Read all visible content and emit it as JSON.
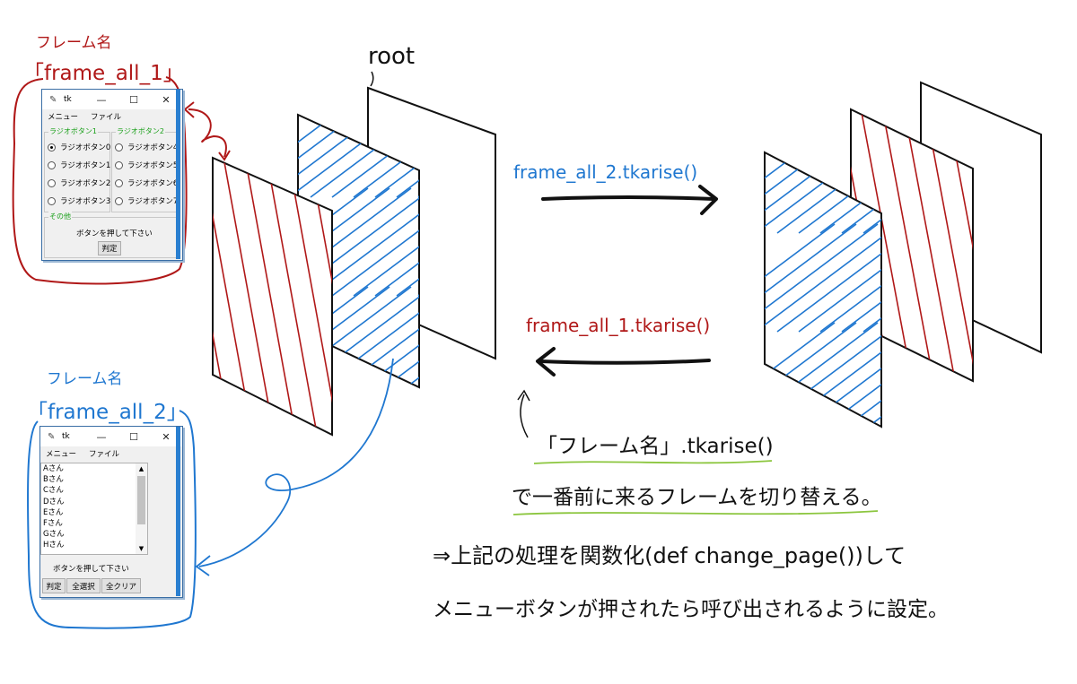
{
  "colors": {
    "red": "#b01818",
    "blue": "#1f77d0",
    "black": "#111111",
    "green_underline": "#8cc63f",
    "tk_label_green": "#1aa01a"
  },
  "labels": {
    "frame1_caption": "フレーム名",
    "frame1_name": "「frame_all_1」",
    "frame2_caption": "フレーム名",
    "frame2_name": "「frame_all_2」",
    "root": "root",
    "arrow_forward": "frame_all_2.tkarise()",
    "arrow_back": "frame_all_1.tkarise()",
    "note_line1": "「フレーム名」.tkarise()",
    "note_line2": "で一番前に来るフレームを切り替える。",
    "note_line3": "⇒上記の処理を関数化(def change_page())して",
    "note_line4": "メニューボタンが押されたら呼び出されるように設定。"
  },
  "window1": {
    "title": "tk",
    "controls": [
      "—",
      "☐",
      "✕"
    ],
    "menus": [
      "メニュー",
      "ファイル"
    ],
    "group1_title": "ラジオボタン1",
    "group2_title": "ラジオボタン2",
    "group1_options": [
      "ラジオボタン0",
      "ラジオボタン1",
      "ラジオボタン2",
      "ラジオボタン3"
    ],
    "group2_options": [
      "ラジオボタン4",
      "ラジオボタン5",
      "ラジオボタン6",
      "ラジオボタン7"
    ],
    "group3_title": "その他",
    "prompt": "ボタンを押して下さい",
    "judge_button": "判定"
  },
  "window2": {
    "title": "tk",
    "controls": [
      "—",
      "☐",
      "✕"
    ],
    "menus": [
      "メニュー",
      "ファイル"
    ],
    "list_items": [
      "Aさん",
      "Bさん",
      "Cさん",
      "Dさん",
      "Eさん",
      "Fさん",
      "Gさん",
      "Hさん"
    ],
    "prompt": "ボタンを押して下さい",
    "buttons": [
      "判定",
      "全選択",
      "全クリア"
    ]
  }
}
